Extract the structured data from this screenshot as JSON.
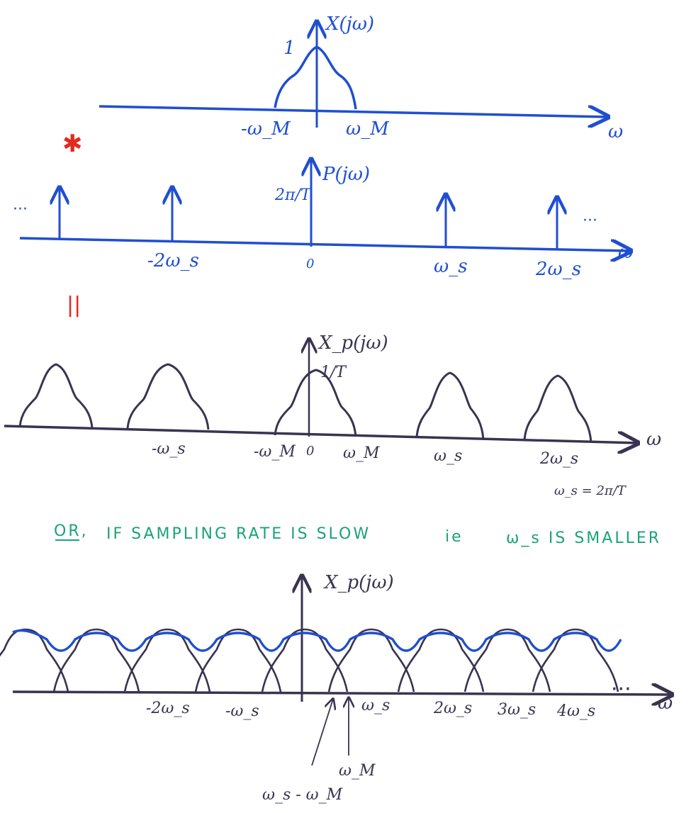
{
  "panel_x": {
    "axis_label": "X(jω)",
    "peak_label": "1",
    "omega_label": "ω",
    "ticks": [
      "-ω_M",
      "ω_M"
    ]
  },
  "operator_conv": "✱",
  "panel_p": {
    "axis_label": "P(jω)",
    "amplitude_label": "2π/T",
    "omega_label": "ω",
    "ellipsis_left": "···",
    "ellipsis_right": "···",
    "ticks": [
      "-2ω_s",
      "0",
      "ω_s",
      "2ω_s"
    ]
  },
  "operator_eq": "||",
  "panel_xp": {
    "axis_label": "X_p(jω)",
    "peak_label": "1/T",
    "omega_label": "ω",
    "ticks": [
      "-ω_s",
      "-ω_M",
      "0",
      "ω_M",
      "ω_s",
      "2ω_s"
    ],
    "relation": "ω_s = 2π/T"
  },
  "note": {
    "prefix": "OR,",
    "text": "IF  SAMPLING  RATE IS  SLOW",
    "ie": "ie",
    "condition": "ω_s  IS  SMALLER"
  },
  "panel_alias": {
    "axis_label": "X_p(jω)",
    "omega_label": "ω",
    "ellipsis": "···",
    "ticks": [
      "-2ω_s",
      "-ω_s",
      "ω_s",
      "2ω_s",
      "3ω_s",
      "4ω_s"
    ],
    "annot_ws_minus_wm": "ω_s - ω_M",
    "annot_wm": "ω_M"
  },
  "colors": {
    "blue": "#1f4fd1",
    "dark": "#3a3350",
    "red": "#e22a1e",
    "green": "#1aa37a"
  }
}
